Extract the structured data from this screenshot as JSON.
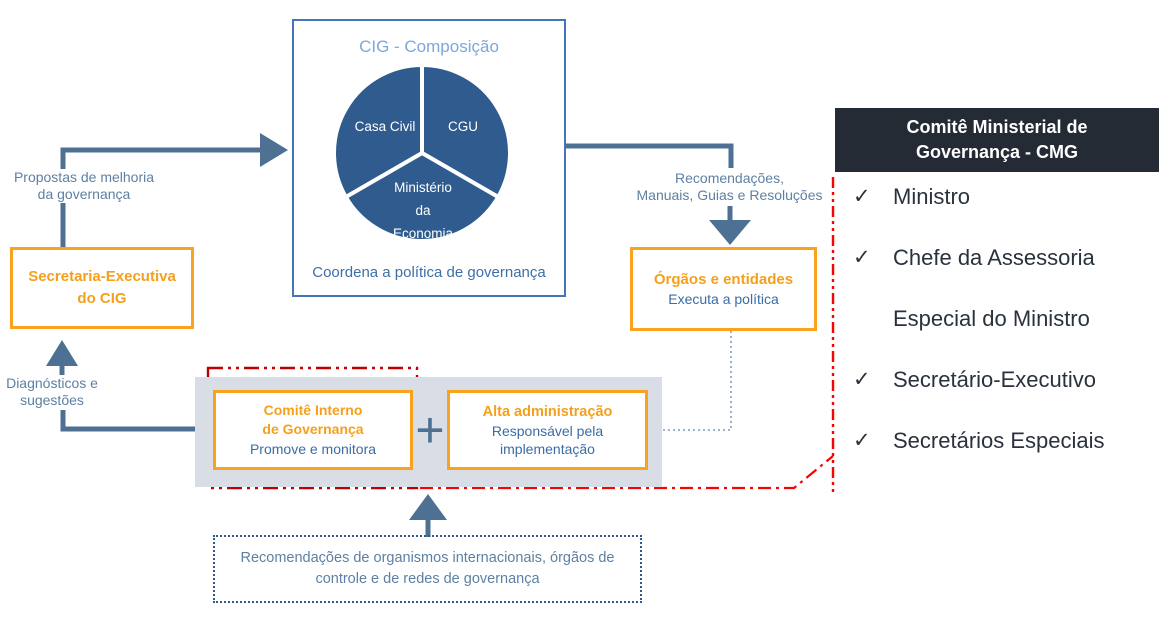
{
  "cig": {
    "title": "CIG - Composição",
    "caption": "Coordena a política de governança",
    "pie": {
      "segment_casa_civil": "Casa Civil",
      "segment_cgu": "CGU",
      "segment_ministerio": "Ministério\nda\nEconomia"
    }
  },
  "left_flow": {
    "top_label": "Propostas de melhoria\nda governança",
    "secretaria_box": "Secretaria-Executiva\ndo CIG",
    "bottom_label": "Diagnósticos e\nsugestões"
  },
  "right_flow": {
    "top_label": "Recomendações,\nManuais, Guias e Resoluções",
    "orgaos_box": {
      "title": "Órgãos e entidades",
      "subtitle": "Executa a política"
    }
  },
  "internal_group": {
    "comite_box": {
      "title": "Comitê Interno\nde Governança",
      "subtitle": "Promove e monitora"
    },
    "plus_sign": "+",
    "alta_box": {
      "title": "Alta administração",
      "subtitle": "Responsável pela\nimplementação"
    }
  },
  "recommendations_box": {
    "text": "Recomendações de organismos internacionais, órgãos de\ncontrole e de redes de governança"
  },
  "cmg_panel": {
    "header": "Comitê Ministerial de\nGovernança - CMG",
    "check_icon": "✓",
    "items": [
      "Ministro",
      "Chefe da Assessoria Especial do Ministro",
      "Secretário-Executivo",
      "Secretários Especiais"
    ]
  },
  "colors": {
    "accent_orange": "#f9a21e",
    "flow_blue": "#4e7193",
    "pie_blue": "#2f5b8e",
    "label_blue": "#5e80a3",
    "alert_red": "#ff0000",
    "dark_red": "#c00000",
    "header_dark": "#252b35",
    "panel_gray": "#d9dee6"
  }
}
